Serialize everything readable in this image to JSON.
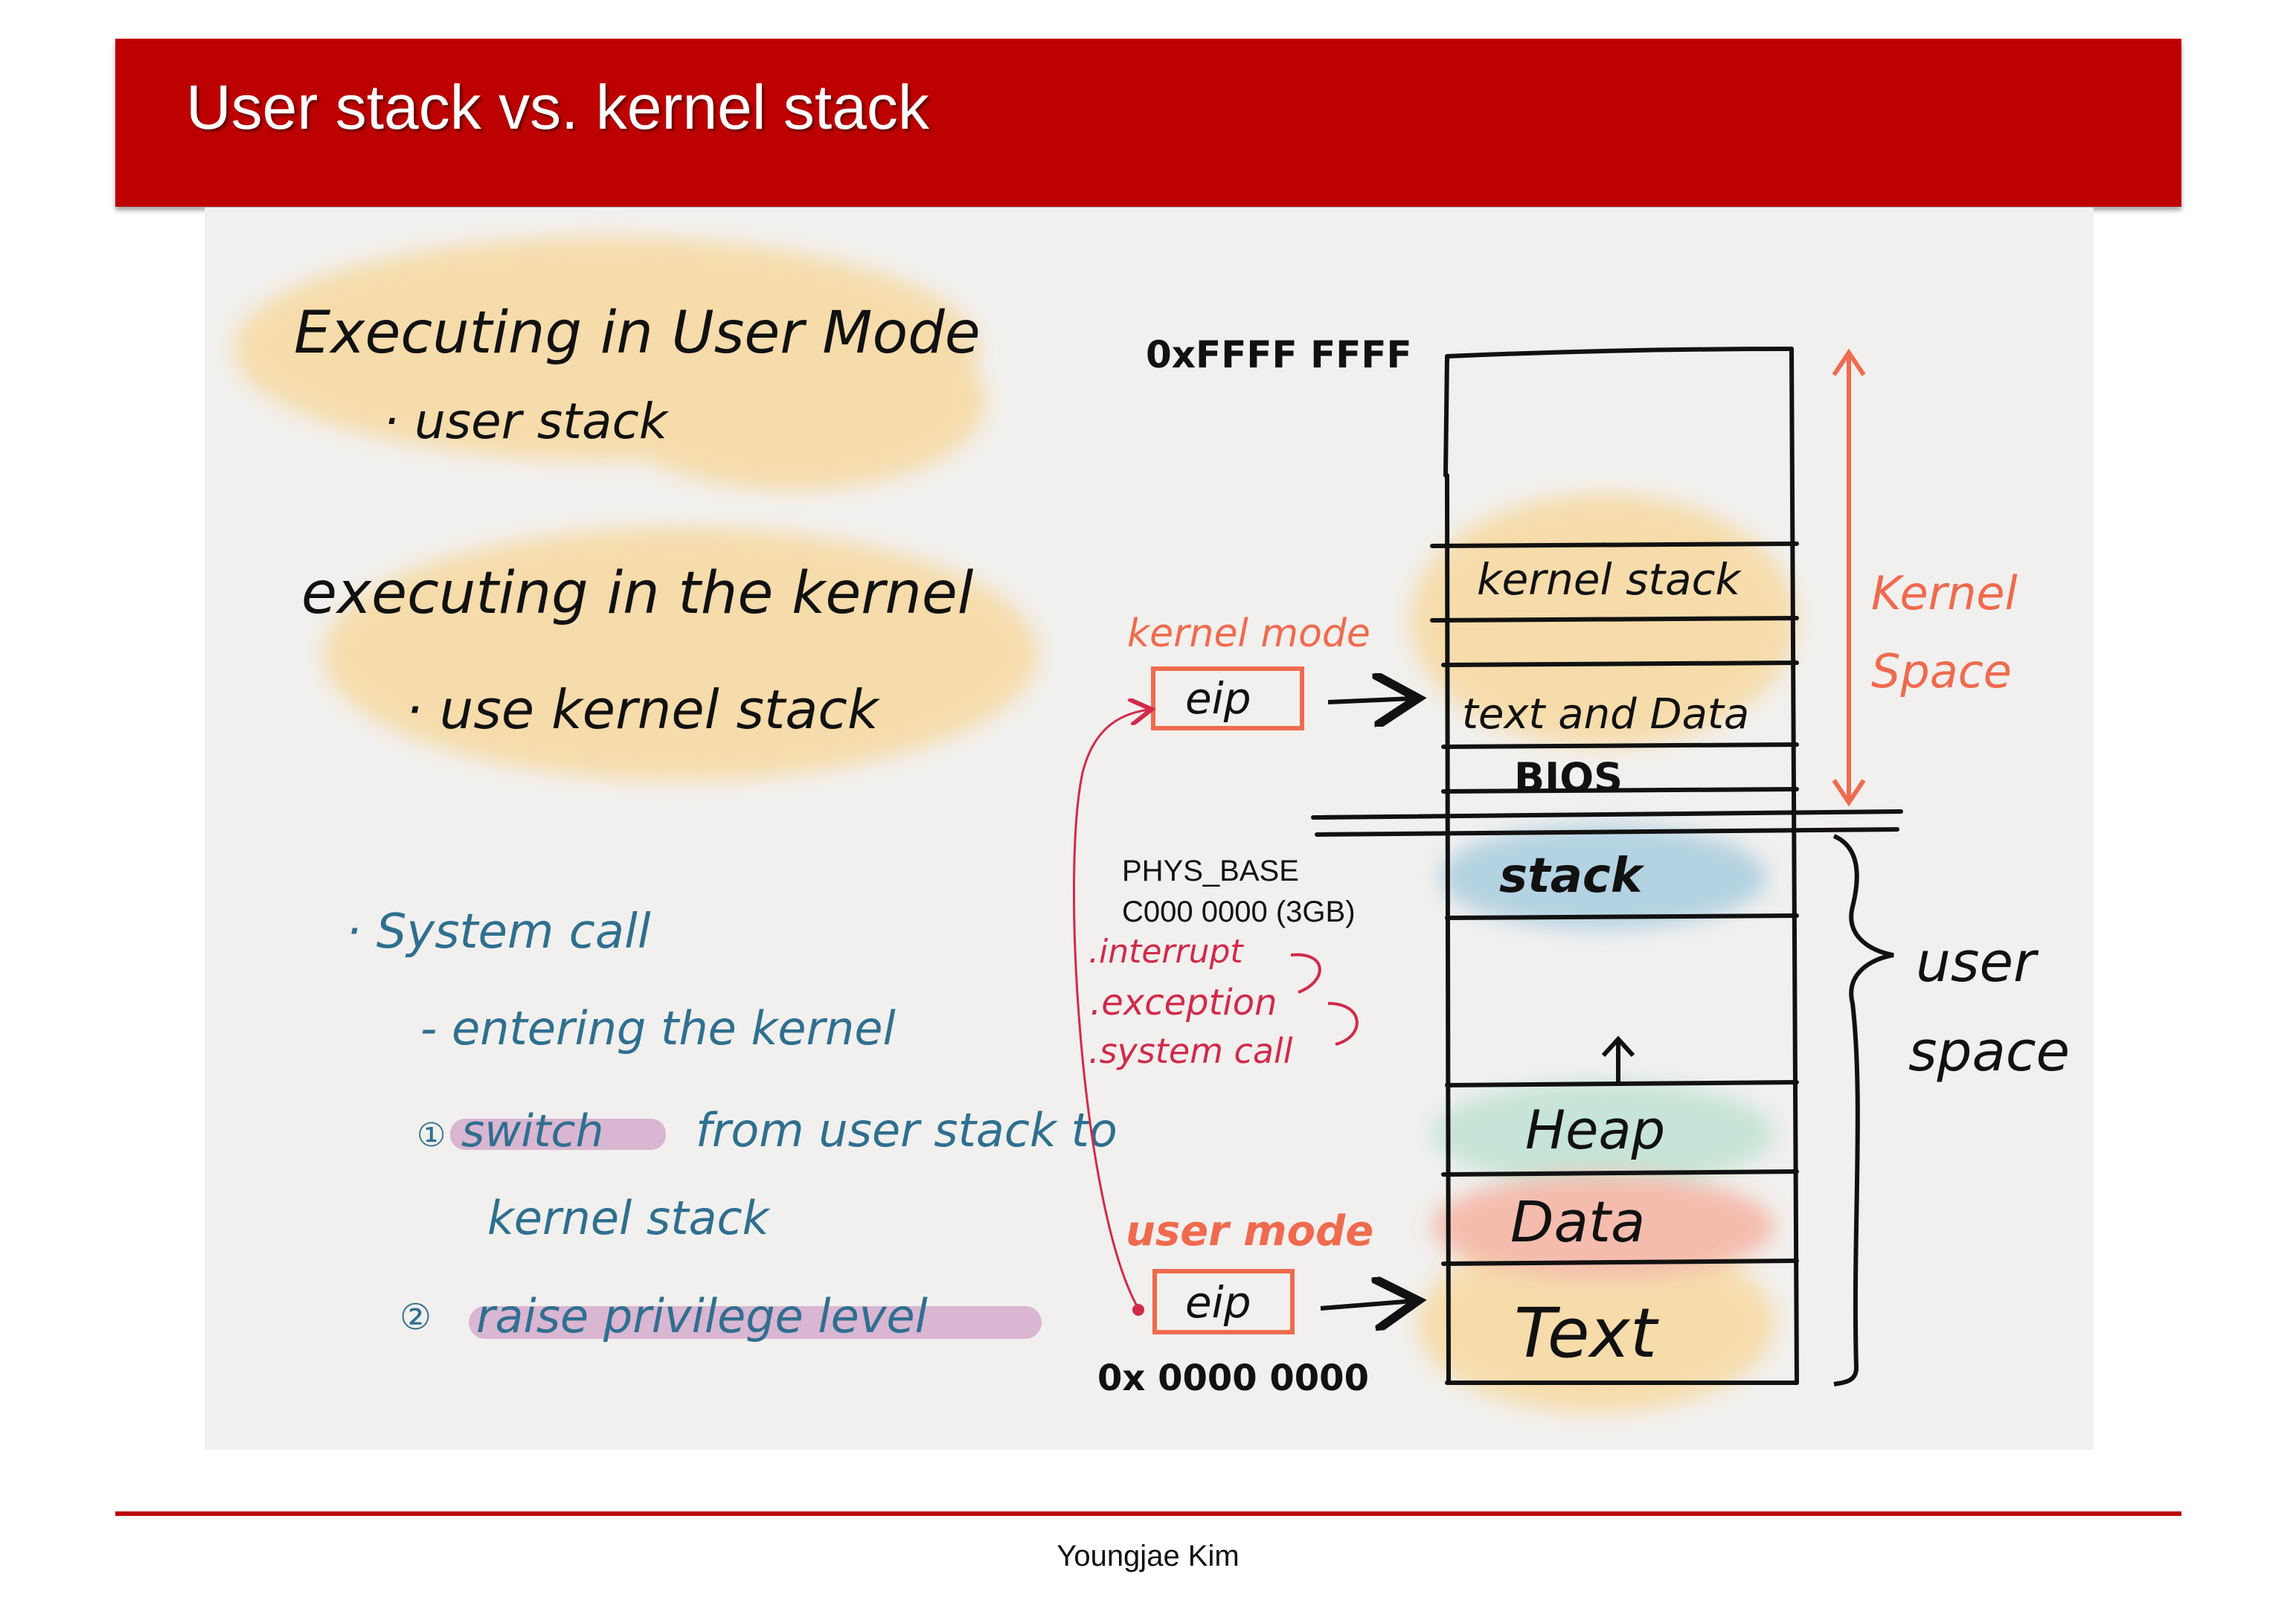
{
  "slide": {
    "title": "User stack vs. kernel stack",
    "footer": "Youngjae Kim"
  },
  "notes": {
    "user_mode_heading": "Executing in User Mode",
    "user_mode_bullet": "· user stack",
    "kernel_heading": "executing in the kernel",
    "kernel_bullet": "· use kernel stack",
    "syscall_heading": "· System call",
    "syscall_sub": "- entering the kernel",
    "step1_num": "①",
    "step1_highlight": "switch",
    "step1_rest": "from user stack to",
    "step1_cont": "kernel stack",
    "step2_num": "②",
    "step2_text": "raise privilege level"
  },
  "triggers": {
    "interrupt": ".interrupt",
    "exception": ".exception",
    "system_call": ".system call"
  },
  "diagram": {
    "top_address": "0xFFFF FFFF",
    "bottom_address": "0x 0000 0000",
    "phys_base_label": "PHYS_BASE",
    "phys_base_value": "C000 0000 (3GB)",
    "kernel_mode_label": "kernel mode",
    "user_mode_label": "user mode",
    "eip_kernel": "eip",
    "eip_user": "eip",
    "segments": {
      "kernel_stack": "kernel stack",
      "text_and_data": "text and Data",
      "bios": "BIOS",
      "stack": "stack",
      "heap": "Heap",
      "data": "Data",
      "text": "Text"
    },
    "kernel_space_line1": "Kernel",
    "kernel_space_line2": "Space",
    "user_space_line1": "user",
    "user_space_line2": "space"
  },
  "colors": {
    "title_bar": "#bd0000",
    "ink_black": "#111111",
    "ink_blue": "#2f6f8f",
    "ink_orange": "#f06a4e",
    "ink_red": "#d12a4a",
    "highlight_yellow": "#f7d9a0",
    "highlight_purple": "#c98fc0",
    "highlight_teal": "#bfe2d3",
    "highlight_salmon": "#f6b3a3",
    "highlight_blue": "#a9cde0"
  }
}
